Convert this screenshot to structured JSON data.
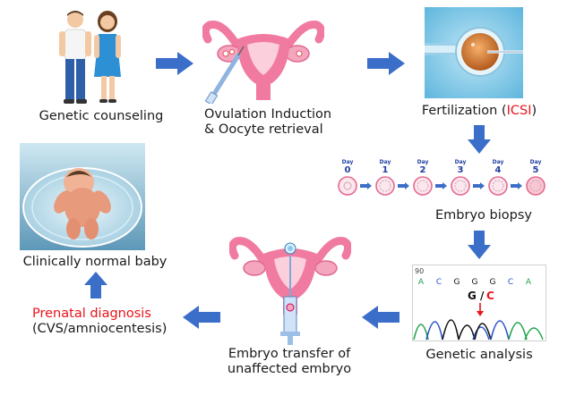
{
  "steps": {
    "genetic_counseling": "Genetic counseling",
    "ovulation_line1": "Ovulation Induction",
    "ovulation_line2": "& Oocyte retrieval",
    "fertilization_prefix": "Fertilization (",
    "fertilization_highlight": "ICSI",
    "fertilization_suffix": ")",
    "embryo_biopsy": "Embryo biopsy",
    "genetic_analysis": "Genetic analysis",
    "transfer_line1": "Embryo transfer of",
    "transfer_line2": "unaffected embryo",
    "prenatal_line1": "Prenatal diagnosis",
    "prenatal_line2": "(CVS/amniocentesis)",
    "normal_baby": "Clinically normal baby"
  },
  "embryo_days": {
    "label": "Day",
    "numbers": [
      "0",
      "1",
      "2",
      "3",
      "4",
      "5"
    ]
  },
  "sequencing": {
    "position": "90",
    "bases": [
      "A",
      "C",
      "G",
      "G",
      "G",
      "C",
      "A"
    ],
    "mutation_prefix": "G /",
    "mutation_alt": "C"
  },
  "colors": {
    "arrow": "#3b6ec9",
    "highlight": "#e8141a",
    "uterus": "#f07aa0"
  }
}
